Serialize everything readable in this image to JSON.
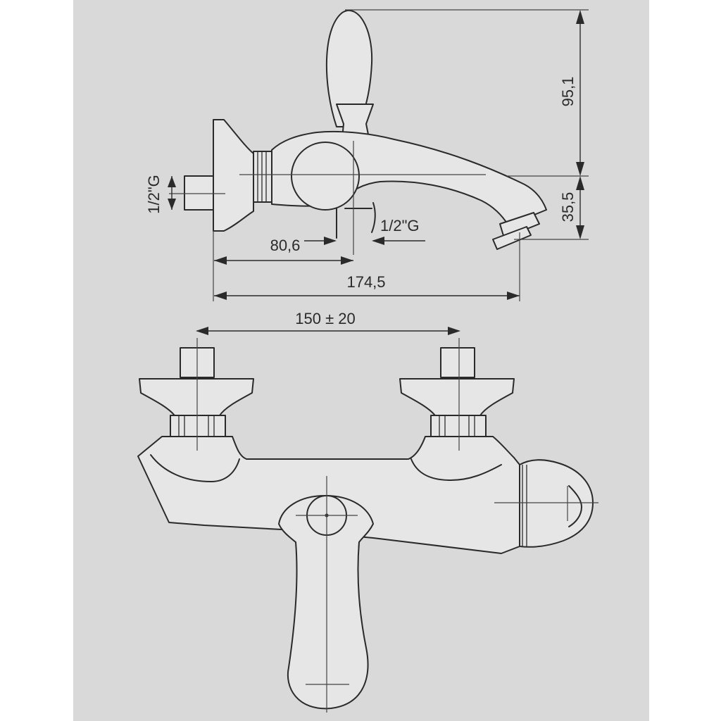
{
  "dimensions": {
    "height_top": "95,1",
    "height_spout": "35,5",
    "inlet_thread_left": "1/2\"G",
    "outlet_thread": "1/2\"G",
    "offset_outlet": "80,6",
    "overall_depth": "174,5",
    "inlet_spacing": "150 ± 20"
  },
  "colors": {
    "background": "#d9d9d9",
    "line": "#2a2a2a"
  }
}
